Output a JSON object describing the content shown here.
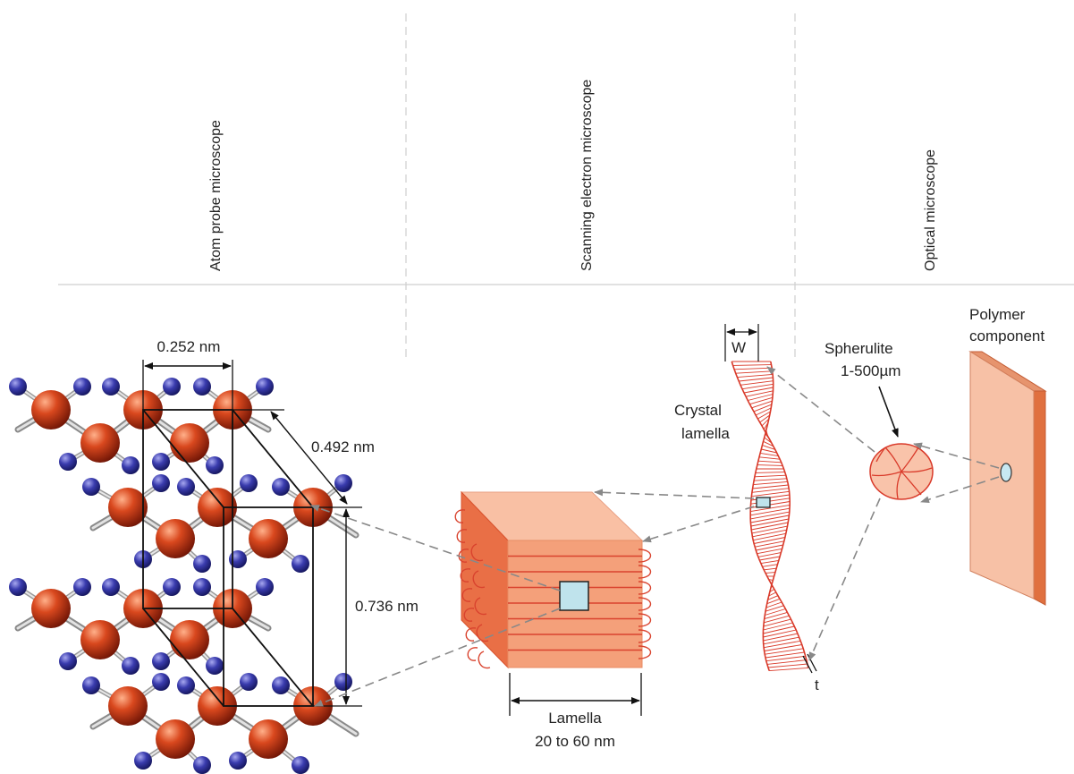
{
  "headers": {
    "atom_probe": "Atom probe microscope",
    "sem": "Scanning electron microscope",
    "optical": "Optical microscope"
  },
  "labels": {
    "spacing_a": "0.252 nm",
    "spacing_b": "0.492 nm",
    "spacing_c": "0.736 nm",
    "lamella_title": "Lamella",
    "lamella_range": "20 to 60 nm",
    "crystal_lamella_1": "Crystal",
    "crystal_lamella_2": "lamella",
    "width_symbol": "W",
    "thickness_symbol": "t",
    "spherulite": "Spherulite",
    "spherulite_size": "1-500µm",
    "polymer_1": "Polymer",
    "polymer_2": "component"
  },
  "colors": {
    "carbon_atom": "#c8401a",
    "hydrogen_atom": "#2e2f9a",
    "lamella_fill": "#f4a07a",
    "lamella_line": "#d93a2a",
    "polymer_fill": "#f7c1a6",
    "polymer_edge": "#e0703f",
    "guide_line": "#cfcfcf",
    "arrow_dash": "#888888"
  }
}
